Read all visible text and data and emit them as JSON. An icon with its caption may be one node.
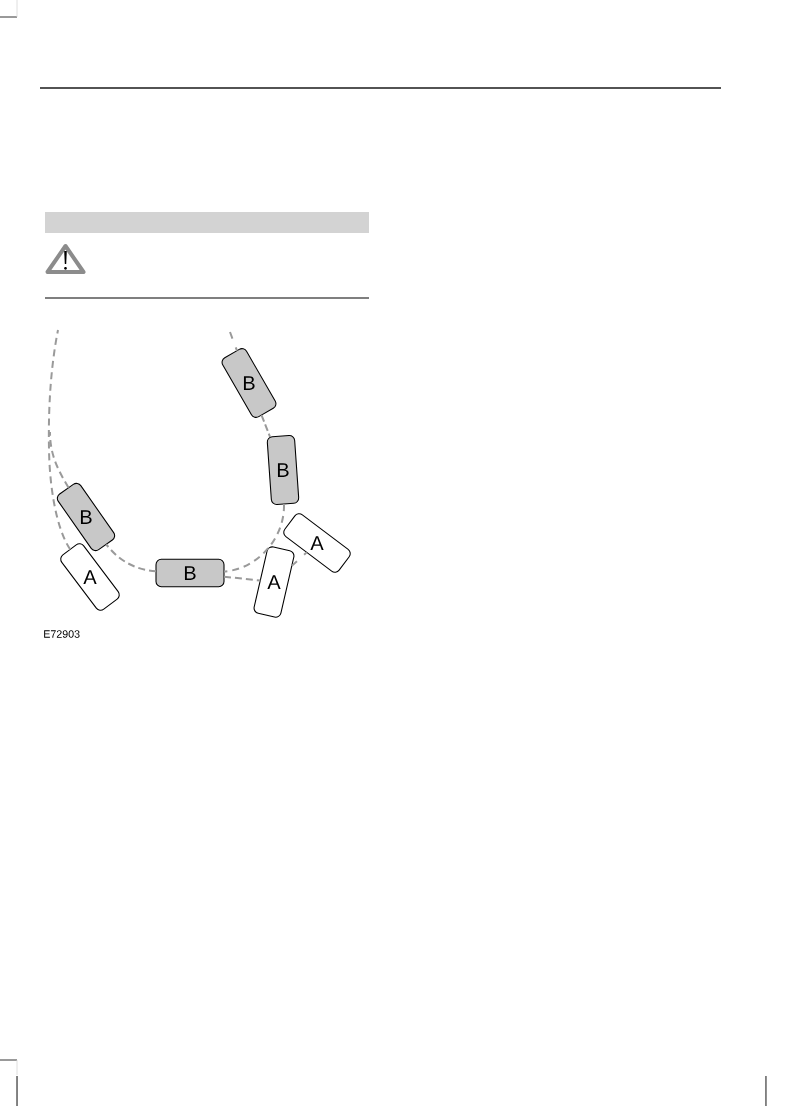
{
  "diagram": {
    "nodes": [
      {
        "text": [],
        "shape": "bar"
      },
      {
        "text": [
          "B"
        ]
      },
      {
        "text": [
          "B"
        ]
      },
      {
        "text": [
          "B"
        ]
      },
      {
        "text": [
          "A"
        ]
      },
      {
        "text": [
          "B"
        ]
      },
      {
        "text": [
          "A"
        ]
      },
      {
        "text": [
          "A"
        ]
      }
    ],
    "edges": [
      {
        "from": null,
        "to": 1,
        "arrow": "none",
        "style": "dashed"
      },
      {
        "from": 1,
        "to": 2,
        "arrow": "none",
        "style": "dashed"
      },
      {
        "from": 2,
        "to": 5,
        "arrow": "none",
        "style": "dashed"
      },
      {
        "from": 5,
        "to": 3,
        "arrow": "none",
        "style": "dashed"
      },
      {
        "from": 3,
        "to": null,
        "arrow": "none",
        "style": "dashed"
      },
      {
        "from": 6,
        "to": null,
        "arrow": "none",
        "style": "dashed"
      },
      {
        "from": 5,
        "to": 7,
        "arrow": "none",
        "style": "dashed"
      },
      {
        "from": 7,
        "to": 4,
        "arrow": "none",
        "style": "dashed"
      }
    ],
    "labels": [
      "E72903"
    ]
  }
}
